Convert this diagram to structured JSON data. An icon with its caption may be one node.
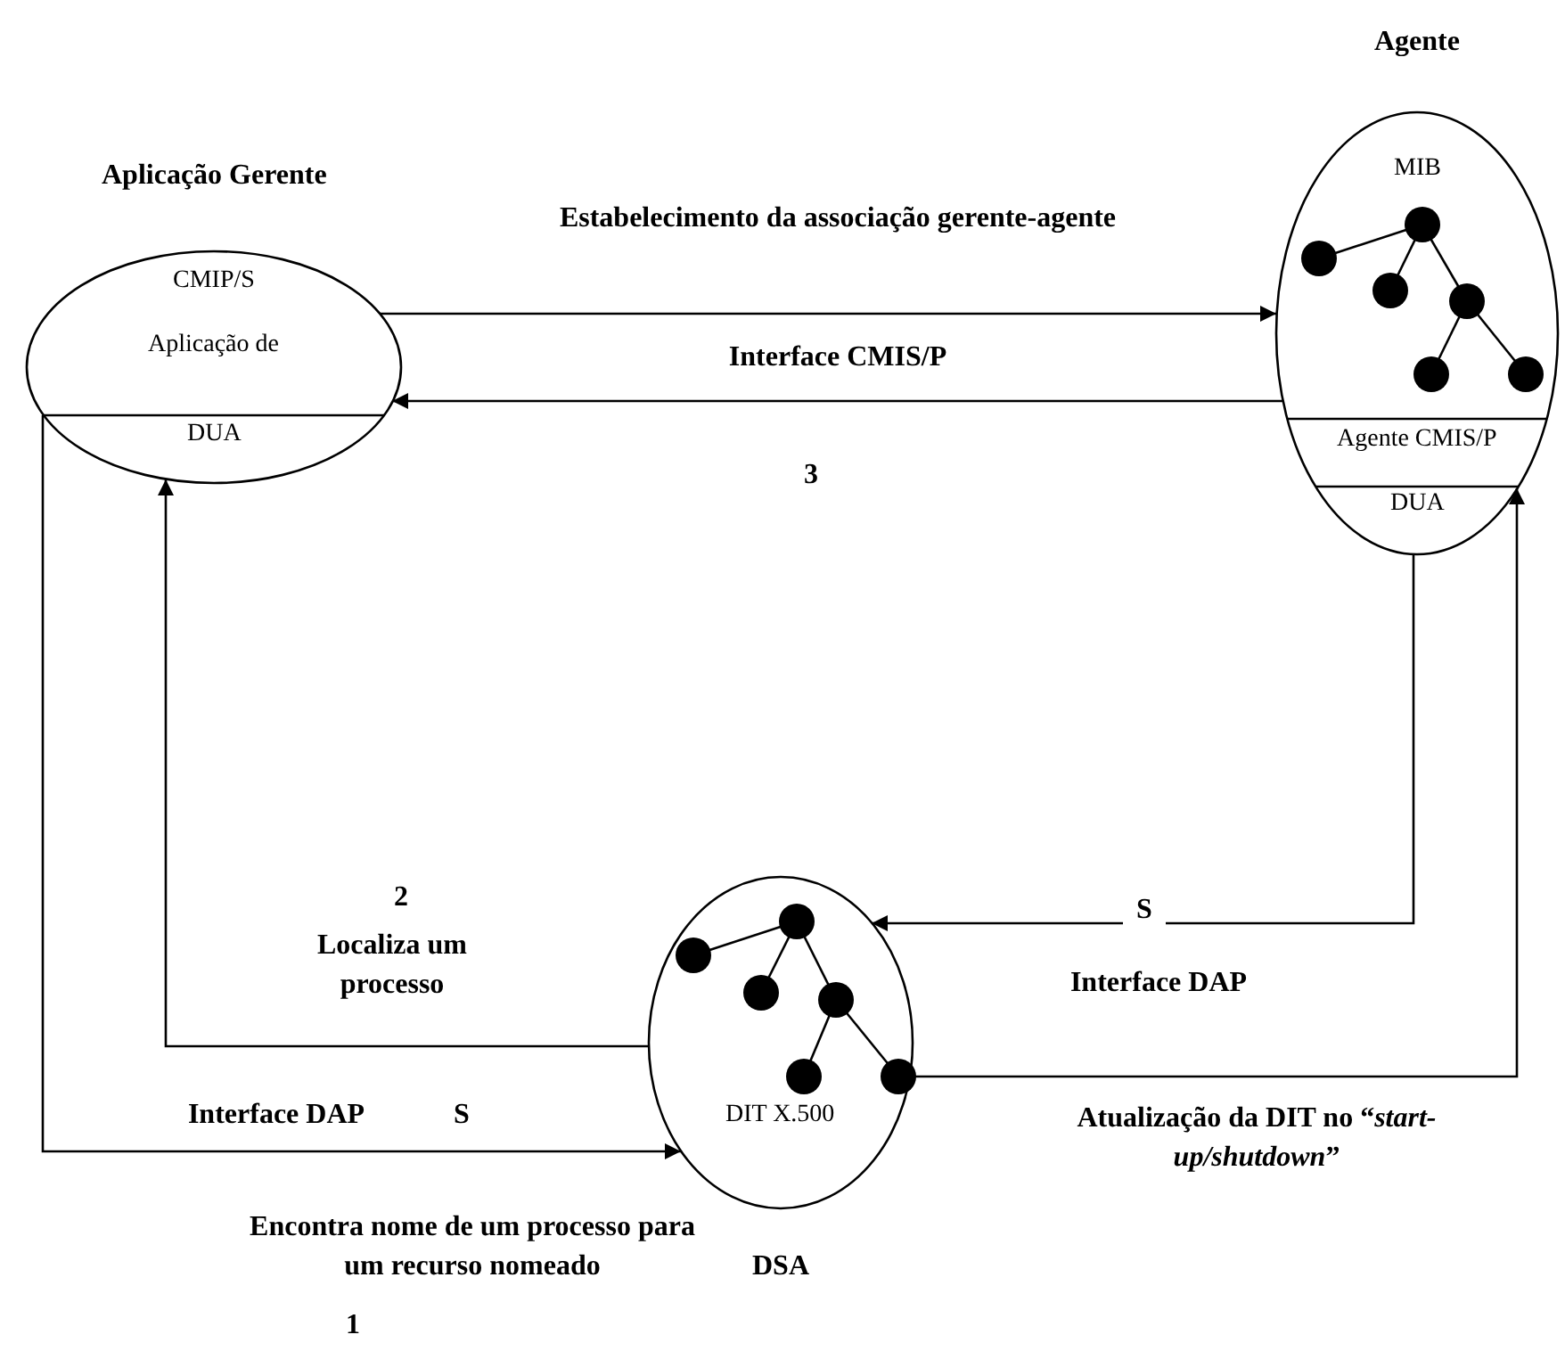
{
  "diagram": {
    "nodes": [
      {
        "text": [
          "Aplicação Gerente",
          "CMIP/S",
          "Aplicação de",
          "DUA"
        ]
      },
      {
        "text": [
          "Agente",
          "MIB",
          "Agente CMIS/P",
          "DUA"
        ]
      },
      {
        "text": [
          "DIT X.500",
          "DSA"
        ]
      }
    ],
    "edges": [
      {
        "from": 0,
        "to": 1,
        "arrow": "to",
        "label": "Estabelecimento da associação gerente-agente"
      },
      {
        "from": 1,
        "to": 0,
        "arrow": "to",
        "label": "Interface CMIS/P"
      },
      {
        "from": 1,
        "to": 2,
        "arrow": "to",
        "label": "Interface DAP"
      },
      {
        "from": 2,
        "to": 0,
        "arrow": "to",
        "label": "Localiza um processo"
      },
      {
        "from": 0,
        "to": 2,
        "arrow": "to",
        "label": "Interface DAP"
      },
      {
        "from": 2,
        "to": 1,
        "arrow": "to",
        "label": "Atualização da DIT no “*start-up/shutdown*”"
      }
    ],
    "labels": [
      "3",
      "2",
      "S",
      "S",
      "Encontra nome de um processo para um recurso nomeado",
      "1"
    ]
  }
}
